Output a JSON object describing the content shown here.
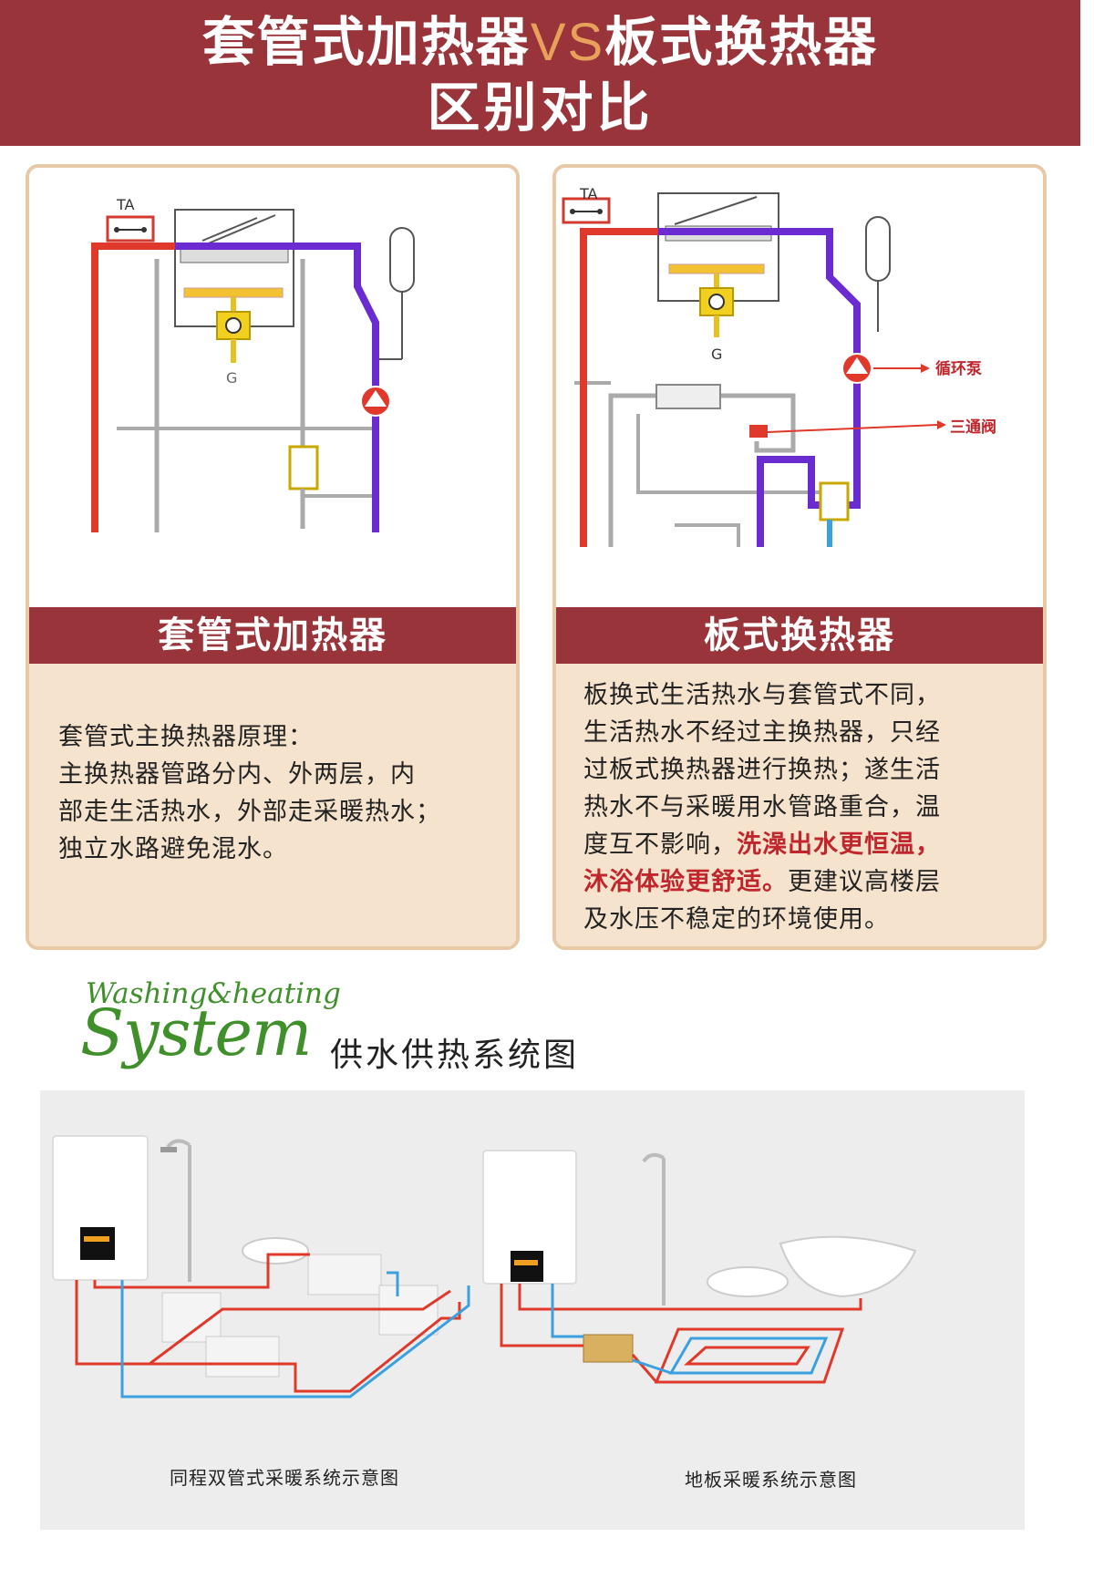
{
  "header": {
    "title_part1": "套管式加热器",
    "title_vs": "VS",
    "title_part2": "板式换热器",
    "subtitle": "区别对比"
  },
  "left_panel": {
    "diagram_labels": {
      "ta": "TA",
      "gas": "G"
    },
    "title": "套管式加热器",
    "lines": [
      "套管式主换热器原理：",
      "主换热器管路分内、外两层，内",
      "部走生活热水，外部走采暖热水；",
      "独立水路避免混水。"
    ]
  },
  "right_panel": {
    "diagram_labels": {
      "ta": "TA",
      "gas": "G",
      "pump": "循环泵",
      "valve": "三通阀"
    },
    "title": "板式换热器",
    "line1": "板换式生活热水与套管式不同，",
    "line2": "生活热水不经过主换热器，只经",
    "line3": "过板式换热器进行换热；遂生活",
    "line4": "热水不与采暖用水管路重合，温",
    "line5_plain": "度互不影响，",
    "line5_red": "洗澡出水更恒温，",
    "line6_red": "沐浴体验更舒适。",
    "line6_plain": "更建议高楼层",
    "line7": "及水压不稳定的环境使用。"
  },
  "system": {
    "script_top": "Washing&heating",
    "script_main": "System",
    "caption": "供水供热系统图"
  },
  "bottom": {
    "caption_left": "同程双管式采暖系统示意图",
    "caption_right": "地板采暖系统示意图"
  },
  "colors": {
    "accent": "#98343a",
    "panel_bg": "#f6e3cd",
    "panel_border": "#e8c9a6",
    "hot_pipe": "#e0392b",
    "return_pipe": "#6a2bd0",
    "cold_pipe": "#3aa0e0",
    "green": "#3f8f2b"
  }
}
